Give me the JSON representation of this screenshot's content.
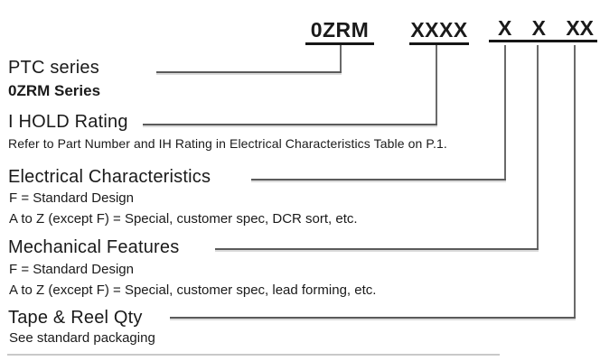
{
  "part_number": {
    "segments": [
      {
        "label": "0ZRM"
      },
      {
        "label": "XXXX"
      },
      {
        "label": "X"
      },
      {
        "label": "X"
      },
      {
        "label": "XX"
      }
    ]
  },
  "sections": [
    {
      "title": "PTC series",
      "subtitle": "0ZRM Series"
    },
    {
      "title": "I HOLD Rating",
      "note": "Refer to Part Number and IH Rating in Electrical Characteristics Table on P.1."
    },
    {
      "title": "Electrical Characteristics",
      "line1": "F = Standard Design",
      "line2": "A to Z (except F) = Special, customer spec, DCR sort, etc."
    },
    {
      "title": "Mechanical Features",
      "line1": "F = Standard Design",
      "line2": "A to Z (except F) = Special, customer spec, lead forming, etc."
    },
    {
      "title": "Tape & Reel Qty",
      "subtitle": "See standard packaging"
    }
  ],
  "colors": {
    "connector_line": "#5a5a5a",
    "underline": "#161616",
    "text": "#1a1a1a",
    "background": "#ffffff"
  }
}
